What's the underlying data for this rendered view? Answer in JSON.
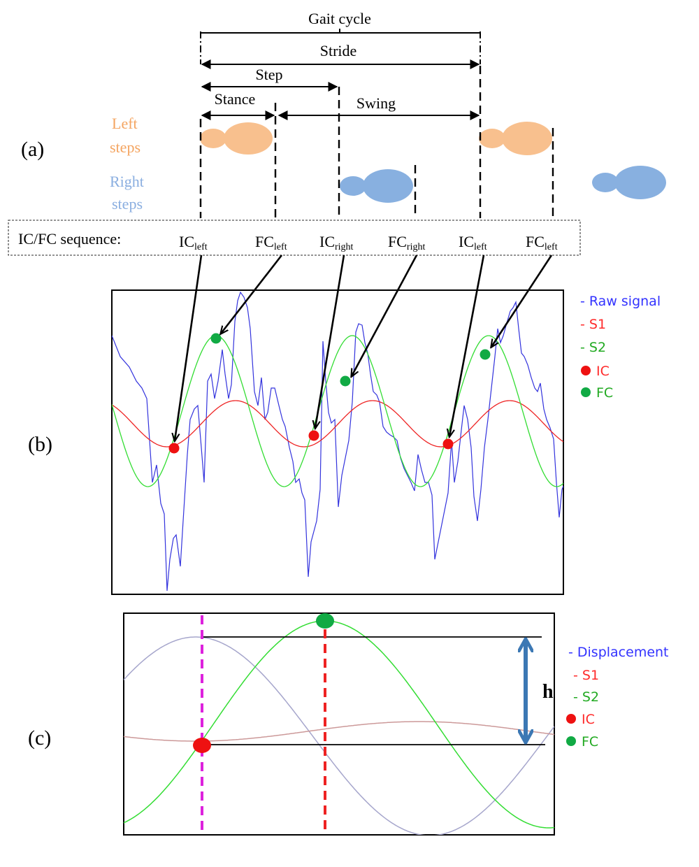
{
  "panel_a": {
    "label": "(a)",
    "gait_cycle": "Gait cycle",
    "stride": "Stride",
    "step": "Step",
    "stance": "Stance",
    "swing": "Swing",
    "left_steps": [
      "Left",
      "steps"
    ],
    "right_steps": [
      "Right",
      "steps"
    ],
    "sequence_title": "IC/FC sequence:",
    "events": [
      {
        "main": "IC",
        "sub": "left"
      },
      {
        "main": "FC",
        "sub": "left"
      },
      {
        "main": "IC",
        "sub": "right"
      },
      {
        "main": "FC",
        "sub": "right"
      },
      {
        "main": "IC",
        "sub": "left"
      },
      {
        "main": "FC",
        "sub": "left"
      }
    ]
  },
  "panel_b": {
    "label": "(b)",
    "legend": [
      {
        "text": "- Raw signal",
        "color": "#3333ff",
        "marker": "dash"
      },
      {
        "text": "- S1",
        "color": "#ff2a2a",
        "marker": "dash"
      },
      {
        "text": "- S2",
        "color": "#22aa22",
        "marker": "dash"
      },
      {
        "text": "IC",
        "color": "#ff2a2a",
        "marker": "dot"
      },
      {
        "text": "FC",
        "color": "#22aa44",
        "marker": "dot"
      }
    ]
  },
  "panel_c": {
    "label": "(c)",
    "h_label": "h",
    "legend": [
      {
        "text": "- Displacement",
        "color": "#3333ff",
        "marker": "dash"
      },
      {
        "text": "- S1",
        "color": "#ff2a2a",
        "marker": "dash"
      },
      {
        "text": "- S2",
        "color": "#22aa22",
        "marker": "dash"
      },
      {
        "text": "IC",
        "color": "#ff2a2a",
        "marker": "dot"
      },
      {
        "text": "FC",
        "color": "#22aa44",
        "marker": "dot"
      }
    ]
  },
  "colors": {
    "left_foot": "#f8c08e",
    "right_foot": "#88b0e0",
    "raw_signal": "#3333dd",
    "s1": "#ee2222",
    "s2": "#33dd33",
    "ic_dot": "#ee1111",
    "fc_dot": "#11aa44",
    "arrow_h": "#3c78b4",
    "ic_line": "#dd22dd",
    "fc_line": "#ee2222",
    "displacement_faint": "#a6a6cc",
    "s1_faint": "#cc9999"
  }
}
